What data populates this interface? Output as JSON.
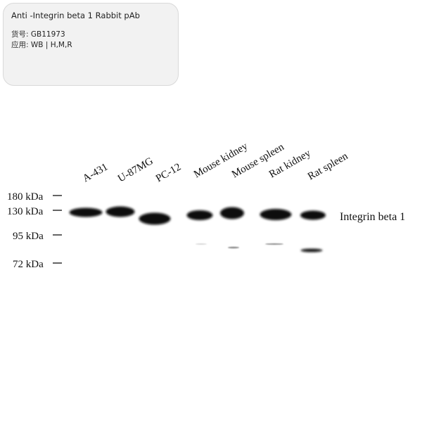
{
  "card": {
    "title": "Anti -Integrin beta 1 Rabbit pAb",
    "catalog_label": "货号:",
    "catalog_value": "GB11973",
    "application_label": "应用:",
    "application_value": "WB | H,M,R"
  },
  "blot": {
    "lanes": [
      {
        "label": "A-431"
      },
      {
        "label": "U-87MG"
      },
      {
        "label": "PC-12"
      },
      {
        "label": "Mouse kidney"
      },
      {
        "label": "Mouse spleen"
      },
      {
        "label": "Rat kidney"
      },
      {
        "label": "Rat spleen"
      }
    ],
    "markers": [
      {
        "label": "180 kDa"
      },
      {
        "label": "130 kDa"
      },
      {
        "label": "95 kDa"
      },
      {
        "label": "72 kDa"
      }
    ],
    "band_label": "Integrin beta 1",
    "band_color": "#0a0a0a"
  }
}
